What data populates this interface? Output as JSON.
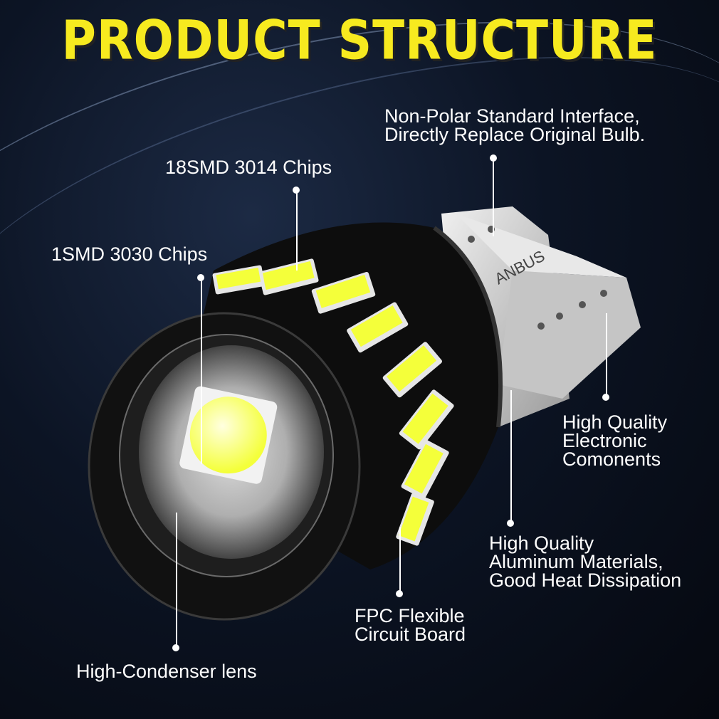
{
  "title": "PRODUCT STRUCTURE",
  "labels": {
    "interface": "Non-Polar Standard Interface,\nDirectly Replace Original Bulb.",
    "chips_3014": "18SMD 3014 Chips",
    "chips_3030": "1SMD 3030 Chips",
    "components": "High Quality\nElectronic\nComonents",
    "aluminum": "High Quality\nAluminum Materials,\nGood Heat Dissipation",
    "fpc": "FPC Flexible\nCircuit Board",
    "lens": "High-Condenser lens"
  },
  "bulb_marking": "ANBUS",
  "colors": {
    "title": "#f7ea1f",
    "led": "#f4ff3a",
    "body": "#0d0d0d",
    "base": "#cfcfcf"
  }
}
